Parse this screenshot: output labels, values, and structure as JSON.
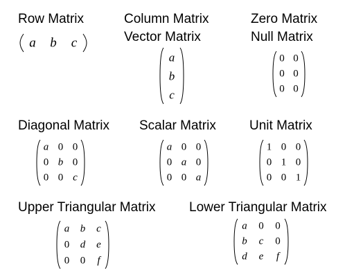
{
  "titles": {
    "row": "Row Matrix",
    "column": "Column Matrix",
    "vector": "Vector Matrix",
    "zero": "Zero Matrix",
    "null": "Null Matrix",
    "diagonal": "Diagonal Matrix",
    "scalar": "Scalar Matrix",
    "unit": "Unit Matrix",
    "upper": "Upper Triangular Matrix",
    "lower": "Lower Triangular Matrix"
  },
  "matrices": {
    "row": [
      [
        "a",
        "b",
        "c"
      ]
    ],
    "column": [
      [
        "a"
      ],
      [
        "b"
      ],
      [
        "c"
      ]
    ],
    "zero": [
      [
        "0",
        "0"
      ],
      [
        "0",
        "0"
      ],
      [
        "0",
        "0"
      ]
    ],
    "diagonal": [
      [
        "a",
        "0",
        "0"
      ],
      [
        "0",
        "b",
        "0"
      ],
      [
        "0",
        "0",
        "c"
      ]
    ],
    "scalar": [
      [
        "a",
        "0",
        "0"
      ],
      [
        "0",
        "a",
        "0"
      ],
      [
        "0",
        "0",
        "a"
      ]
    ],
    "unit": [
      [
        "1",
        "0",
        "0"
      ],
      [
        "0",
        "1",
        "0"
      ],
      [
        "0",
        "0",
        "1"
      ]
    ],
    "upper": [
      [
        "a",
        "b",
        "c"
      ],
      [
        "0",
        "d",
        "e"
      ],
      [
        "0",
        "0",
        "f"
      ]
    ],
    "lower": [
      [
        "a",
        "0",
        "0"
      ],
      [
        "b",
        "c",
        "0"
      ],
      [
        "d",
        "e",
        "f"
      ]
    ]
  }
}
